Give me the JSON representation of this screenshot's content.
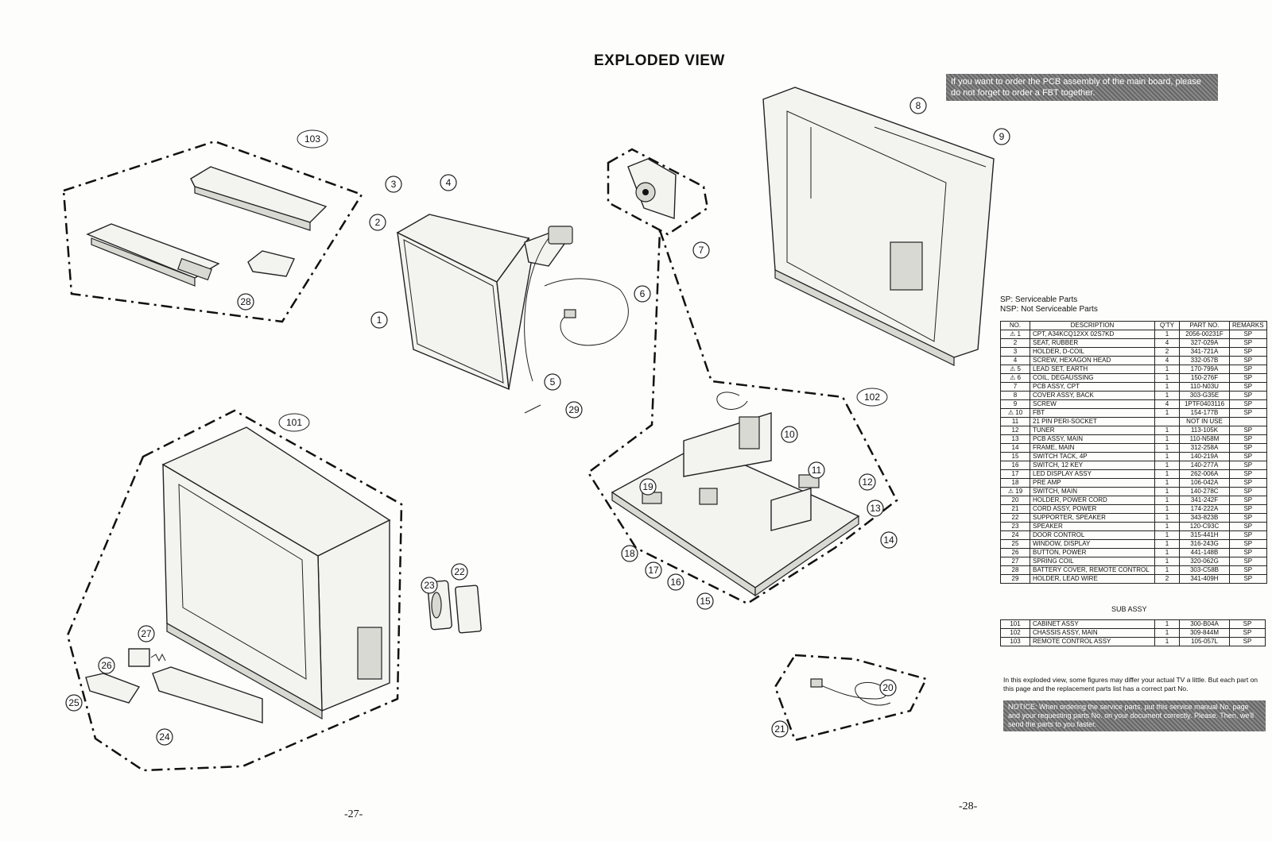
{
  "title": "EXPLODED VIEW",
  "notice_top": "If you want to order the PCB assembly of the main board, please do not forget to order a FBT together.",
  "legend": {
    "sp": "SP: Serviceable Parts",
    "nsp": "NSP: Not Serviceable Parts"
  },
  "table_headers": {
    "no": "NO.",
    "description": "DESCRIPTION",
    "qty": "Q'TY",
    "part_no": "PART NO.",
    "remarks": "REMARKS"
  },
  "parts": [
    {
      "no": "1",
      "warn": true,
      "desc": "CPT, A34KCQ12XX 02S7KD",
      "qty": "1",
      "part": "2056-00231F",
      "rem": "SP"
    },
    {
      "no": "2",
      "warn": false,
      "desc": "SEAT, RUBBER",
      "qty": "4",
      "part": "327-029A",
      "rem": "SP"
    },
    {
      "no": "3",
      "warn": false,
      "desc": "HOLDER, D-COIL",
      "qty": "2",
      "part": "341-721A",
      "rem": "SP"
    },
    {
      "no": "4",
      "warn": false,
      "desc": "SCREW, HEXAGON HEAD",
      "qty": "4",
      "part": "332-057B",
      "rem": "SP"
    },
    {
      "no": "5",
      "warn": true,
      "desc": "LEAD SET, EARTH",
      "qty": "1",
      "part": "170-799A",
      "rem": "SP"
    },
    {
      "no": "6",
      "warn": true,
      "desc": "COIL, DEGAUSSING",
      "qty": "1",
      "part": "150-276F",
      "rem": "SP"
    },
    {
      "no": "7",
      "warn": false,
      "desc": "PCB ASSY, CPT",
      "qty": "1",
      "part": "110-N03U",
      "rem": "SP"
    },
    {
      "no": "8",
      "warn": false,
      "desc": "COVER ASSY, BACK",
      "qty": "1",
      "part": "303-G35E",
      "rem": "SP"
    },
    {
      "no": "9",
      "warn": false,
      "desc": "SCREW",
      "qty": "4",
      "part": "1PTF0403116",
      "rem": "SP"
    },
    {
      "no": "10",
      "warn": true,
      "desc": "FBT",
      "qty": "1",
      "part": "154-177B",
      "rem": "SP"
    },
    {
      "no": "11",
      "warn": false,
      "desc": "21 PIN PERI-SOCKET",
      "qty": "",
      "part": "NOT IN USE",
      "rem": ""
    },
    {
      "no": "12",
      "warn": false,
      "desc": "TUNER",
      "qty": "1",
      "part": "113-105K",
      "rem": "SP"
    },
    {
      "no": "13",
      "warn": false,
      "desc": "PCB ASSY, MAIN",
      "qty": "1",
      "part": "110-N58M",
      "rem": "SP"
    },
    {
      "no": "14",
      "warn": false,
      "desc": "FRAME, MAIN",
      "qty": "1",
      "part": "312-258A",
      "rem": "SP"
    },
    {
      "no": "15",
      "warn": false,
      "desc": "SWITCH TACK, 4P",
      "qty": "1",
      "part": "140-219A",
      "rem": "SP"
    },
    {
      "no": "16",
      "warn": false,
      "desc": "SWITCH, 12 KEY",
      "qty": "1",
      "part": "140-277A",
      "rem": "SP"
    },
    {
      "no": "17",
      "warn": false,
      "desc": "LED DISPLAY ASSY",
      "qty": "1",
      "part": "262-006A",
      "rem": "SP"
    },
    {
      "no": "18",
      "warn": false,
      "desc": "PRE AMP",
      "qty": "1",
      "part": "106-042A",
      "rem": "SP"
    },
    {
      "no": "19",
      "warn": true,
      "desc": "SWITCH, MAIN",
      "qty": "1",
      "part": "140-278C",
      "rem": "SP"
    },
    {
      "no": "20",
      "warn": false,
      "desc": "HOLDER, POWER CORD",
      "qty": "1",
      "part": "341-242F",
      "rem": "SP"
    },
    {
      "no": "21",
      "warn": false,
      "desc": "CORD ASSY, POWER",
      "qty": "1",
      "part": "174-222A",
      "rem": "SP"
    },
    {
      "no": "22",
      "warn": false,
      "desc": "SUPPORTER, SPEAKER",
      "qty": "1",
      "part": "343-823B",
      "rem": "SP"
    },
    {
      "no": "23",
      "warn": false,
      "desc": "SPEAKER",
      "qty": "1",
      "part": "120-C93C",
      "rem": "SP"
    },
    {
      "no": "24",
      "warn": false,
      "desc": "DOOR CONTROL",
      "qty": "1",
      "part": "315-441H",
      "rem": "SP"
    },
    {
      "no": "25",
      "warn": false,
      "desc": "WINDOW, DISPLAY",
      "qty": "1",
      "part": "316-243G",
      "rem": "SP"
    },
    {
      "no": "26",
      "warn": false,
      "desc": "BUTTON, POWER",
      "qty": "1",
      "part": "441-148B",
      "rem": "SP"
    },
    {
      "no": "27",
      "warn": false,
      "desc": "SPRING COIL",
      "qty": "1",
      "part": "320-062G",
      "rem": "SP"
    },
    {
      "no": "28",
      "warn": false,
      "desc": "BATTERY COVER, REMOTE CONTROL",
      "qty": "1",
      "part": "303-C58B",
      "rem": "SP"
    },
    {
      "no": "29",
      "warn": false,
      "desc": "HOLDER, LEAD WIRE",
      "qty": "2",
      "part": "341-409H",
      "rem": "SP"
    }
  ],
  "sub_assy_label": "SUB ASSY",
  "sub_assy": [
    {
      "no": "101",
      "desc": "CABINET ASSY",
      "qty": "1",
      "part": "300-B04A",
      "rem": "SP"
    },
    {
      "no": "102",
      "desc": "CHASSIS ASSY, MAIN",
      "qty": "1",
      "part": "309-844M",
      "rem": "SP"
    },
    {
      "no": "103",
      "desc": "REMOTE CONTROL ASSY",
      "qty": "1",
      "part": "105-057L",
      "rem": "SP"
    }
  ],
  "note": "In this exploded view, some figures may differ your actual TV a little. But each part on this page and the replacement parts list has a correct part No.",
  "notice_bottom": "NOTICE: When ordering the service parts, put this service manual No. page and your requesting parts No. on your document correctly. Please. Then, we'll send the parts to you faster.",
  "page_left": "-27-",
  "page_right": "-28-",
  "callouts": [
    "103",
    "28",
    "3",
    "4",
    "2",
    "1",
    "7",
    "6",
    "5",
    "29",
    "8",
    "9",
    "101",
    "102",
    "10",
    "11",
    "12",
    "13",
    "14",
    "19",
    "18",
    "17",
    "16",
    "15",
    "23",
    "22",
    "27",
    "26",
    "25",
    "24",
    "20",
    "21"
  ]
}
